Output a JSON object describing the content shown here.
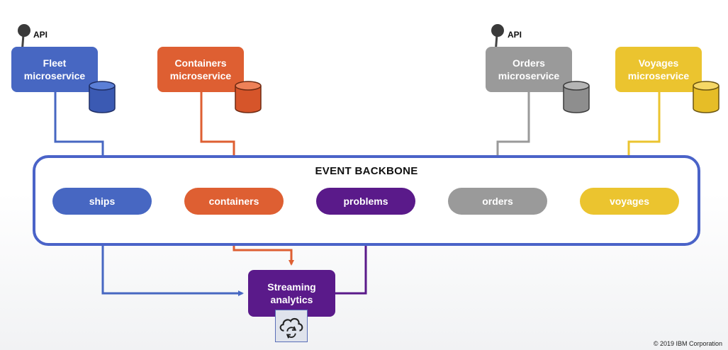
{
  "backbone": {
    "title": "EVENT BACKBONE"
  },
  "colors": {
    "blue": "#4767c2",
    "orange": "#de5f32",
    "purple": "#5a1a8a",
    "gray": "#9a9a9a",
    "yellow": "#ebc42f",
    "backbone_border": "#4a63c8"
  },
  "api_label": "API",
  "microservices": [
    {
      "id": "fleet",
      "label": "Fleet\nmicroservice",
      "has_api": true,
      "color": "#4767c2"
    },
    {
      "id": "containers",
      "label": "Containers\nmicroservice",
      "has_api": false,
      "color": "#de5f32"
    },
    {
      "id": "orders",
      "label": "Orders\nmicroservice",
      "has_api": true,
      "color": "#9a9a9a"
    },
    {
      "id": "voyages",
      "label": "Voyages\nmicroservice",
      "has_api": false,
      "color": "#ebc42f"
    }
  ],
  "topics": [
    {
      "id": "ships",
      "label": "ships",
      "color": "#4767c2"
    },
    {
      "id": "containers",
      "label": "containers",
      "color": "#de5f32"
    },
    {
      "id": "problems",
      "label": "problems",
      "color": "#5a1a8a"
    },
    {
      "id": "orders",
      "label": "orders",
      "color": "#9a9a9a"
    },
    {
      "id": "voyages",
      "label": "voyages",
      "color": "#ebc42f"
    }
  ],
  "streaming": {
    "label": "Streaming\nanalytics",
    "icon": "cloud-sync-icon"
  },
  "copyright": "© 2019 IBM Corporation"
}
